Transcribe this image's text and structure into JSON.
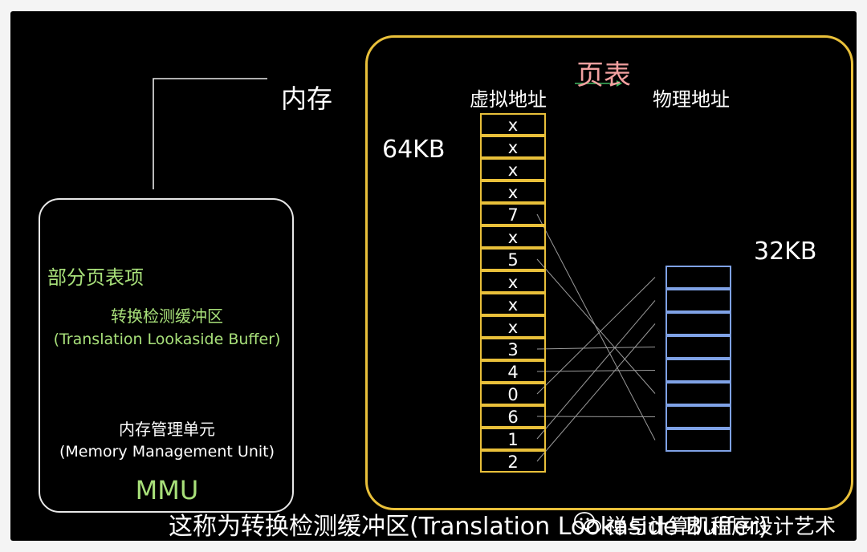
{
  "memory_label": "内存",
  "left_box": {
    "partial_entries": "部分页表项",
    "tlb_cn": "转换检测缓冲区",
    "tlb_en": "(Translation Lookaside Buffer)",
    "mmu_cn": "内存管理单元",
    "mmu_en": "(Memory Management Unit)",
    "mmu_abbr": "MMU"
  },
  "page_table": {
    "title": "页表",
    "virtual_label": "虚拟地址",
    "physical_label": "物理地址",
    "virtual_size": "64KB",
    "physical_size": "32KB",
    "virtual_entries": [
      "x",
      "x",
      "x",
      "x",
      "7",
      "x",
      "5",
      "x",
      "x",
      "x",
      "3",
      "4",
      "0",
      "6",
      "1",
      "2"
    ],
    "physical_frame_count": 8
  },
  "subtitle": "这称为转换检测缓冲区(Translation Lookaside Buffer)",
  "watermark": "禅与计算机程序设计艺术",
  "colors": {
    "background": "#000000",
    "accent_yellow": "#e9c03a",
    "accent_green": "#a8e07a",
    "accent_pink": "#f2a0a0",
    "frame_blue": "#7fa2e6",
    "arrow_green": "#3fb760"
  }
}
